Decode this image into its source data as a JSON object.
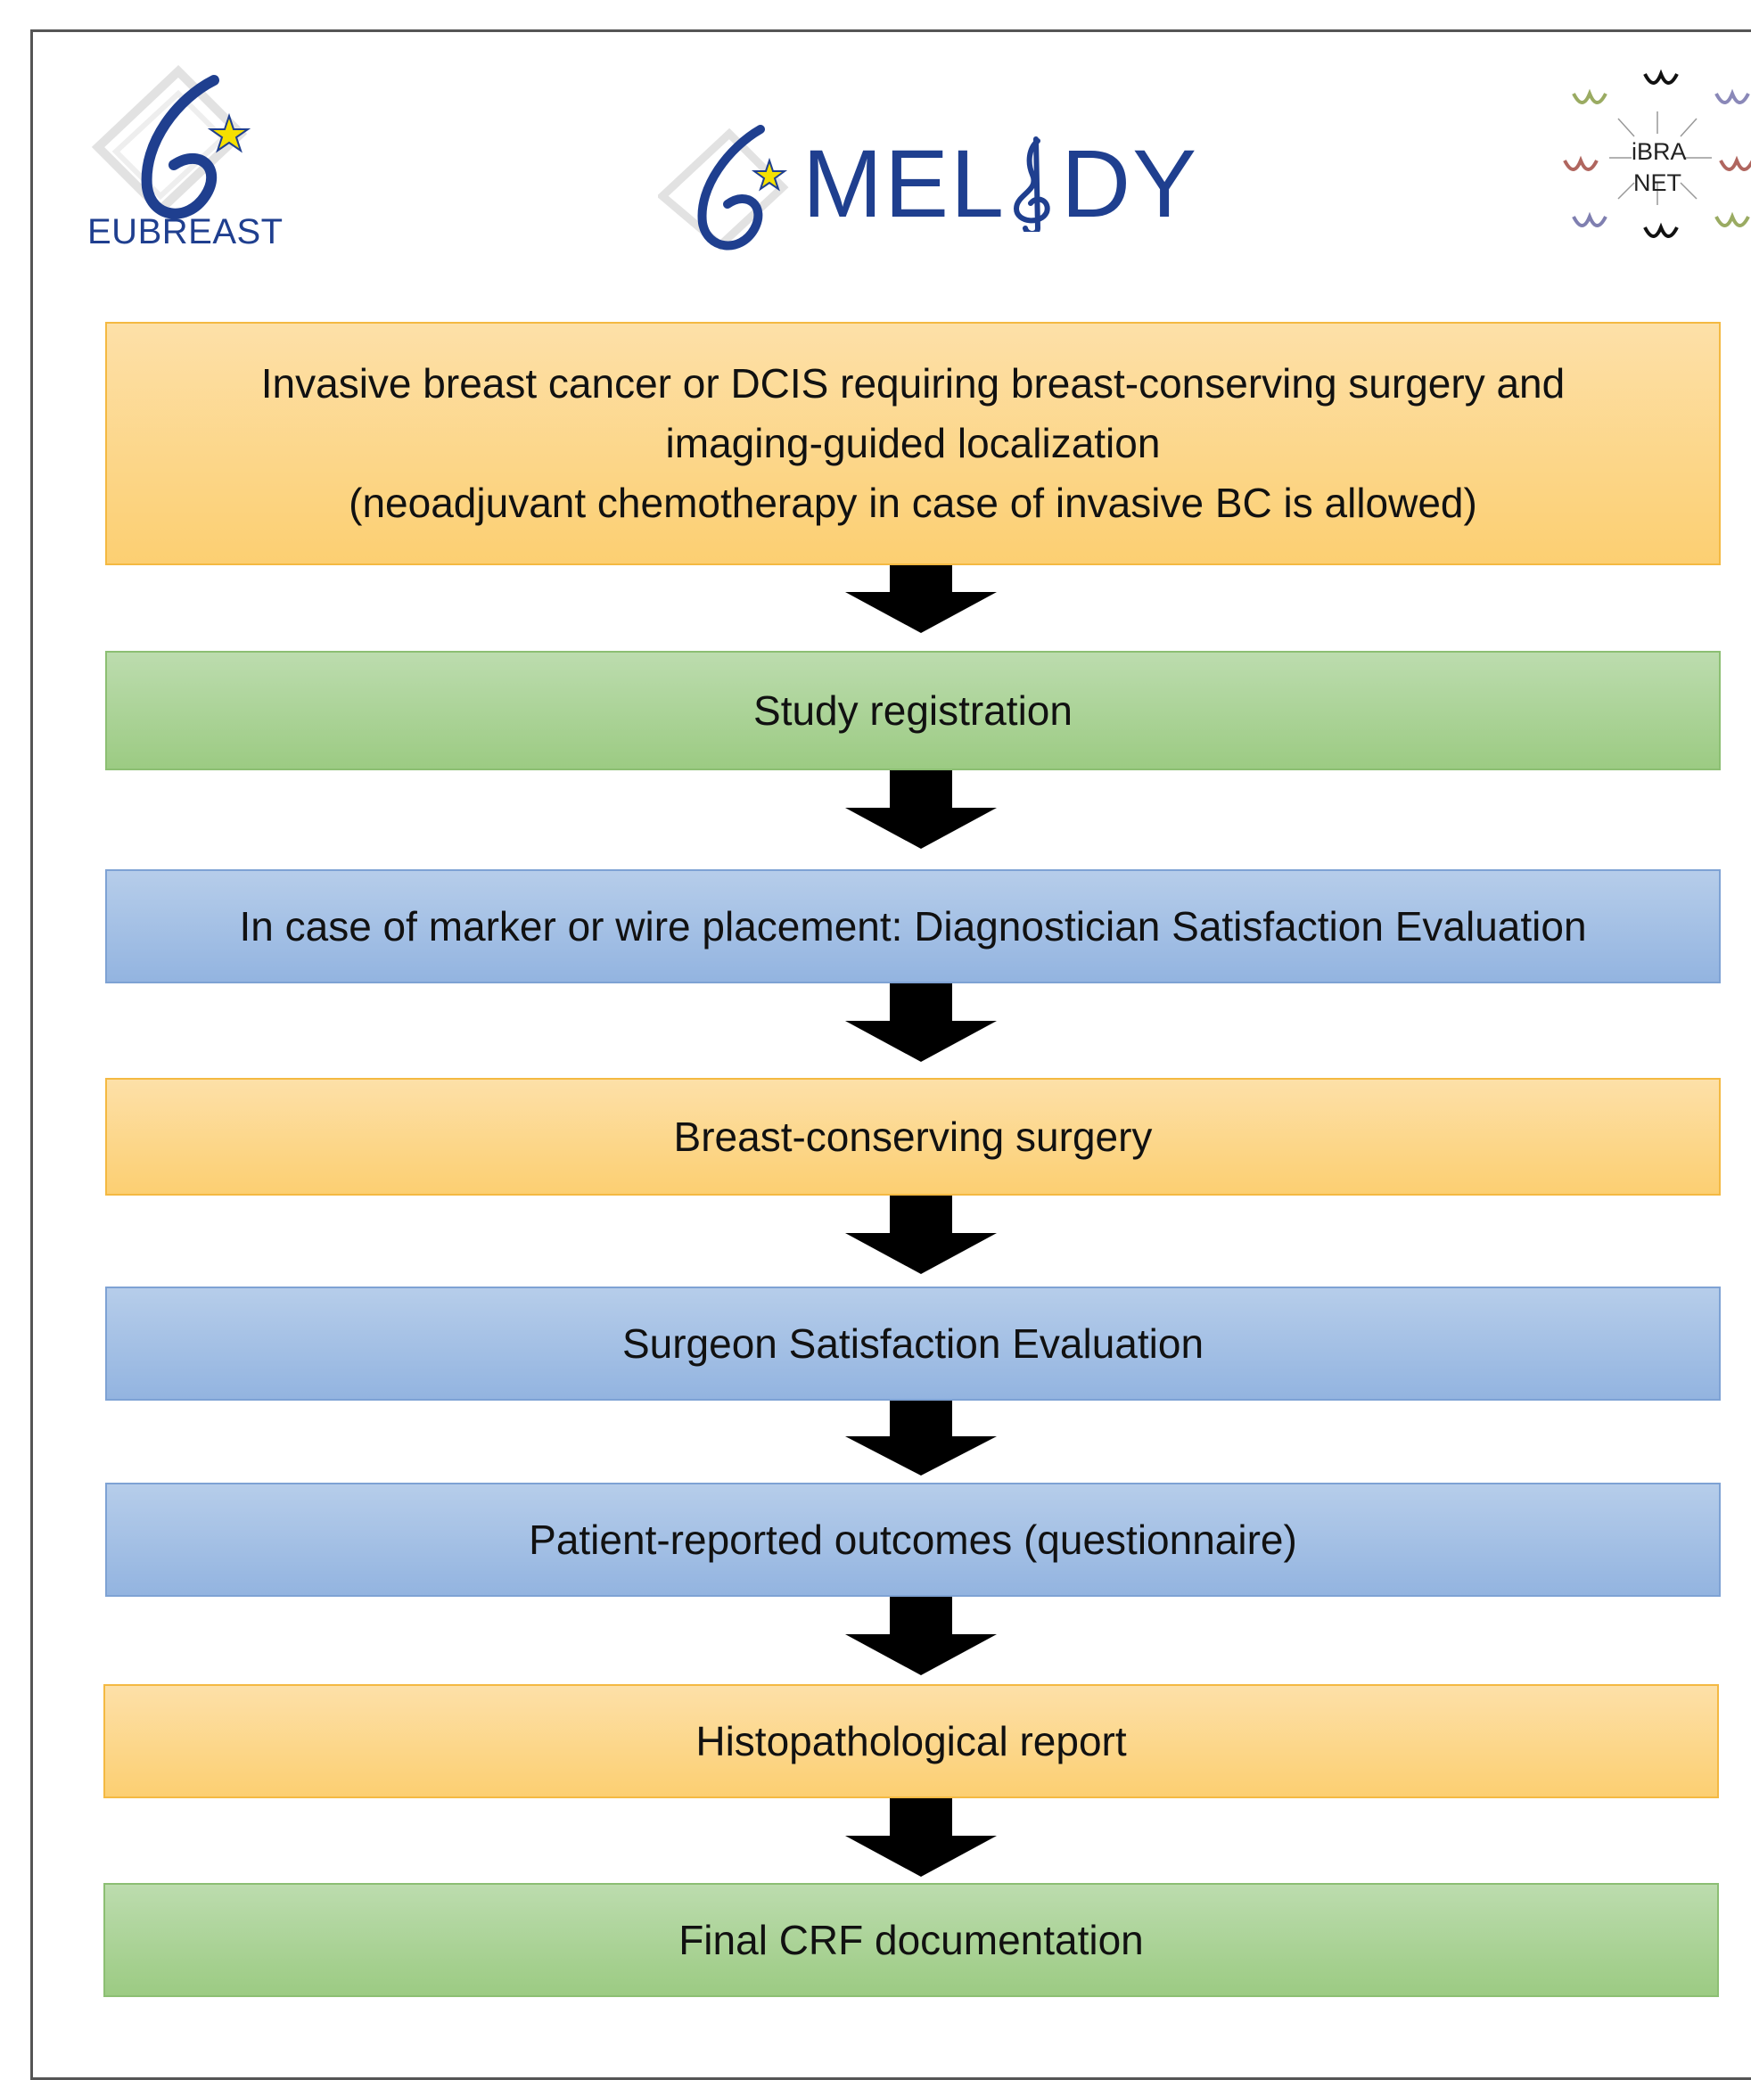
{
  "logos": {
    "eubreast": "EUBREAST",
    "melody": "MELODY",
    "melody_prefix": "MEL",
    "melody_suffix": "DY",
    "ibra_line1": "iBRA",
    "ibra_line2": "NET"
  },
  "steps": [
    {
      "lines": [
        "Invasive breast cancer or DCIS requiring breast-conserving surgery and",
        "imaging-guided localization",
        "(neoadjuvant chemotherapy in case of invasive BC is allowed)"
      ],
      "color": "orange"
    },
    {
      "lines": [
        "Study registration"
      ],
      "color": "green"
    },
    {
      "lines": [
        "In case of marker or wire placement: Diagnostician Satisfaction Evaluation"
      ],
      "color": "blue"
    },
    {
      "lines": [
        "Breast-conserving surgery"
      ],
      "color": "orange"
    },
    {
      "lines": [
        "Surgeon Satisfaction Evaluation"
      ],
      "color": "blue"
    },
    {
      "lines": [
        "Patient-reported outcomes (questionnaire)"
      ],
      "color": "blue"
    },
    {
      "lines": [
        "Histopathological report"
      ],
      "color": "orange"
    },
    {
      "lines": [
        "Final CRF documentation"
      ],
      "color": "green"
    }
  ],
  "colors": {
    "orange": "#fcd484",
    "green": "#a8d194",
    "blue": "#a3bfe5",
    "brand_blue": "#1f3f8f",
    "star_yellow": "#f5e000"
  }
}
